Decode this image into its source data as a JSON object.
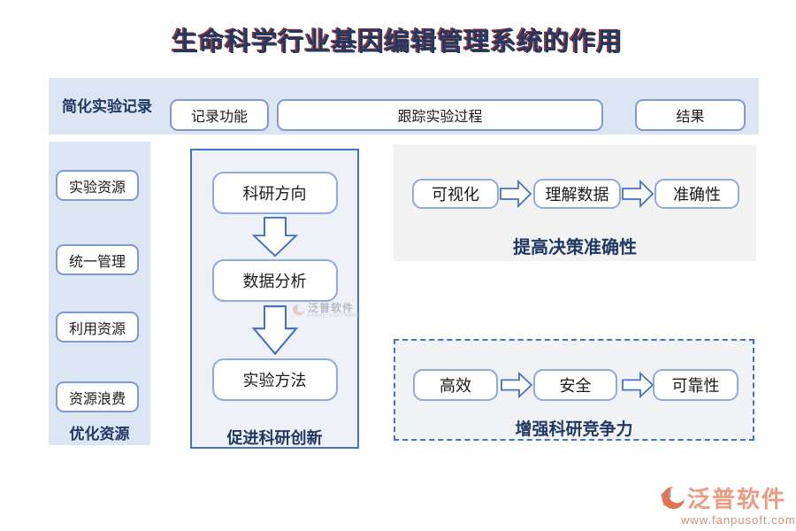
{
  "title": "生命科学行业基因编辑管理系统的作用",
  "top_band": {
    "label": "简化实验记录",
    "buttons": [
      "记录功能",
      "跟踪实验过程",
      "结果"
    ]
  },
  "left_band": {
    "buttons": [
      "实验资源",
      "统一管理",
      "利用资源",
      "资源浪费"
    ],
    "label": "优化资源"
  },
  "innovation_flow": {
    "steps": [
      "科研方向",
      "数据分析",
      "实验方法"
    ],
    "label": "促进科研创新"
  },
  "decision_flow": {
    "steps": [
      "可视化",
      "理解数据",
      "准确性"
    ],
    "label": "提高决策准确性"
  },
  "competitive_flow": {
    "steps": [
      "高效",
      "安全",
      "可靠性"
    ],
    "label": "增强科研竞争力"
  },
  "watermark": {
    "text": "泛普软件",
    "subtext": "FANPU SOFTWARE"
  },
  "brand": {
    "name": "泛普软件",
    "url": "www.fanpusoft.com"
  },
  "colors": {
    "accent_blue": "#4472C4",
    "band_blue": "#DCE6F2",
    "navy_text": "#1F3864",
    "title_shadow_red": "#943634",
    "panel_gray": "#F2F2F3",
    "brand_salmon": "#EC9B82"
  }
}
